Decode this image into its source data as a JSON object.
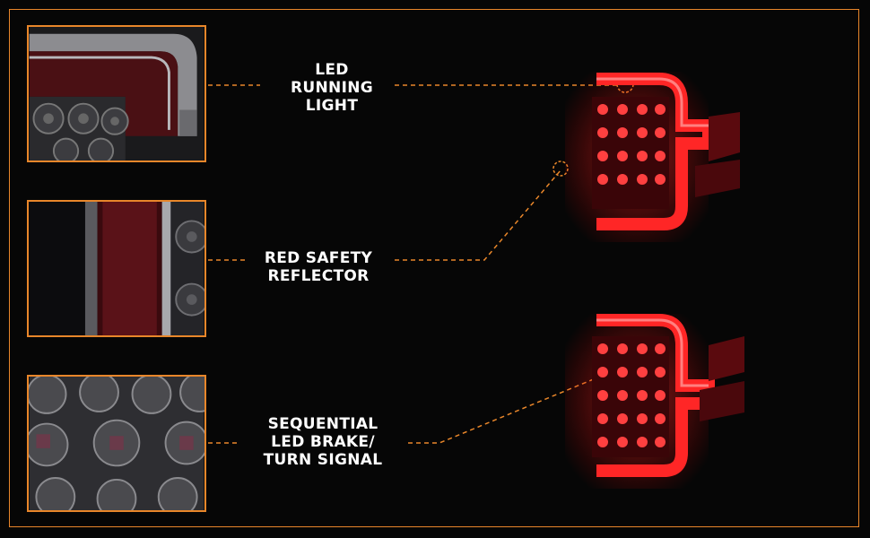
{
  "labels": {
    "running_light": "LED\nRUNNING\nLIGHT",
    "safety_reflector": "RED SAFETY\nREFLECTOR",
    "brake_turn": "SEQUENTIAL\nLED BRAKE/\nTURN SIGNAL"
  },
  "colors": {
    "accent": "#e8862a",
    "led_red": "#ff2a2a",
    "background": "#060606"
  }
}
